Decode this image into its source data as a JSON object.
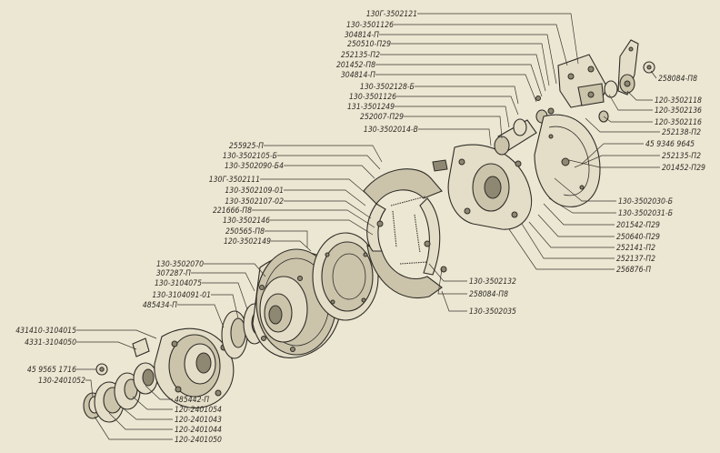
{
  "labels": {
    "l01": "130Г-3502121",
    "l02": "130-3501126",
    "l03": "304814-П",
    "l04": "250510-П29",
    "l05": "252135-П2",
    "l06": "201452-П8",
    "l07": "304814-П",
    "l08": "130-3502128-Б",
    "l09": "130-3501126",
    "l10": "131-3501249",
    "l11": "252007-П29",
    "l12": "130-3502014-В",
    "l13": "255925-П",
    "l14": "130-3502105-Б",
    "l15": "130-3502090-Б4",
    "l16": "130Г-3502111",
    "l17": "130-3502109-01",
    "l18": "130-3502107-02",
    "l19": "221666-П8",
    "l20": "130-3502146",
    "l21": "250565-П8",
    "l22": "120-3502149",
    "l23": "130-3502070",
    "l24": "307287-П",
    "l25": "130-3104075",
    "l26": "130-3104091-01",
    "l27": "485434-П",
    "l28": "431410-3104015",
    "l29": "4331-3104050",
    "l30": "45 9565 1716",
    "l31": "130-2401052",
    "l32": "485442-П",
    "l33": "120-2401054",
    "l34": "120-2401043",
    "l35": "120-2401044",
    "l36": "120-2401050",
    "l37": "258084-П8",
    "l38": "120-3502118",
    "l39": "120-3502136",
    "l40": "120-3502116",
    "l41": "252138-П2",
    "l42": "45 9346 9645",
    "l43": "252135-П2",
    "l44": "201452-П29",
    "l45": "130-3502030-Б",
    "l46": "130-3502031-Б",
    "l47": "201542-П29",
    "l48": "250640-П29",
    "l49": "252141-П2",
    "l50": "252137-П2",
    "l51": "256876-П",
    "l52": "130-3502132",
    "l53": "258084-П8",
    "l54": "130-3502035"
  }
}
